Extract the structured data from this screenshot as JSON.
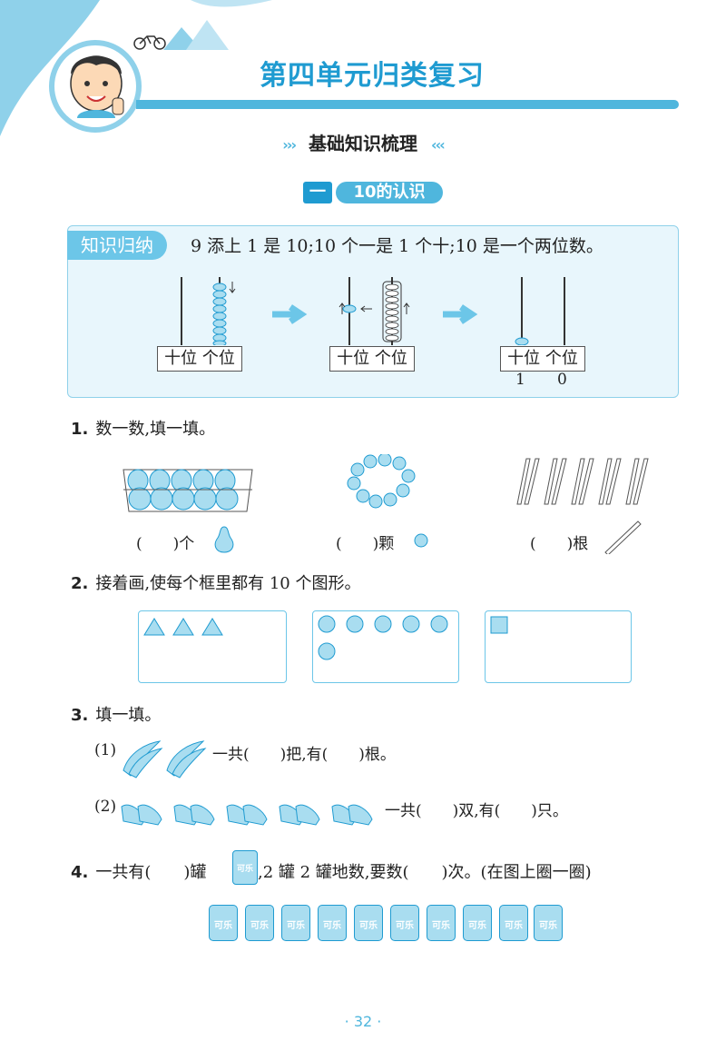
{
  "header": {
    "title": "第四单元归类复习",
    "subtitle": "基础知识梳理",
    "chevrons_left": "›››",
    "chevrons_right": "‹‹‹"
  },
  "section": {
    "number": "一",
    "title": "10的认识"
  },
  "knowledge": {
    "tag": "知识归纳",
    "text": "9 添上 1 是 10;10 个一是 1 个十;10 是一个两位数。",
    "place_label": "十位 个位",
    "digits": [
      "1",
      "0"
    ]
  },
  "q1": {
    "number": "1.",
    "text": "数一数,填一填。",
    "items": [
      {
        "blank": "(　　)",
        "unit": "个"
      },
      {
        "blank": "(　　)",
        "unit": "颗"
      },
      {
        "blank": "(　　)",
        "unit": "根"
      }
    ]
  },
  "q2": {
    "number": "2.",
    "text": "接着画,使每个框里都有 10 个图形。"
  },
  "q3": {
    "number": "3.",
    "text": "填一填。",
    "sub1": {
      "label": "(1)",
      "text": "一共(　　)把,有(　　)根。"
    },
    "sub2": {
      "label": "(2)",
      "text": "一共(　　)双,有(　　)只。"
    }
  },
  "q4": {
    "number": "4.",
    "text_a": "一共有(　　)罐",
    "text_b": ",2 罐 2 罐地数,要数(　　)次。(在图上圈一圈)",
    "can_label": "可乐"
  },
  "page_number": "· 32 ·",
  "colors": {
    "accent": "#1f9bd1",
    "light": "#e8f6fc",
    "item": "#a9ddf0"
  }
}
